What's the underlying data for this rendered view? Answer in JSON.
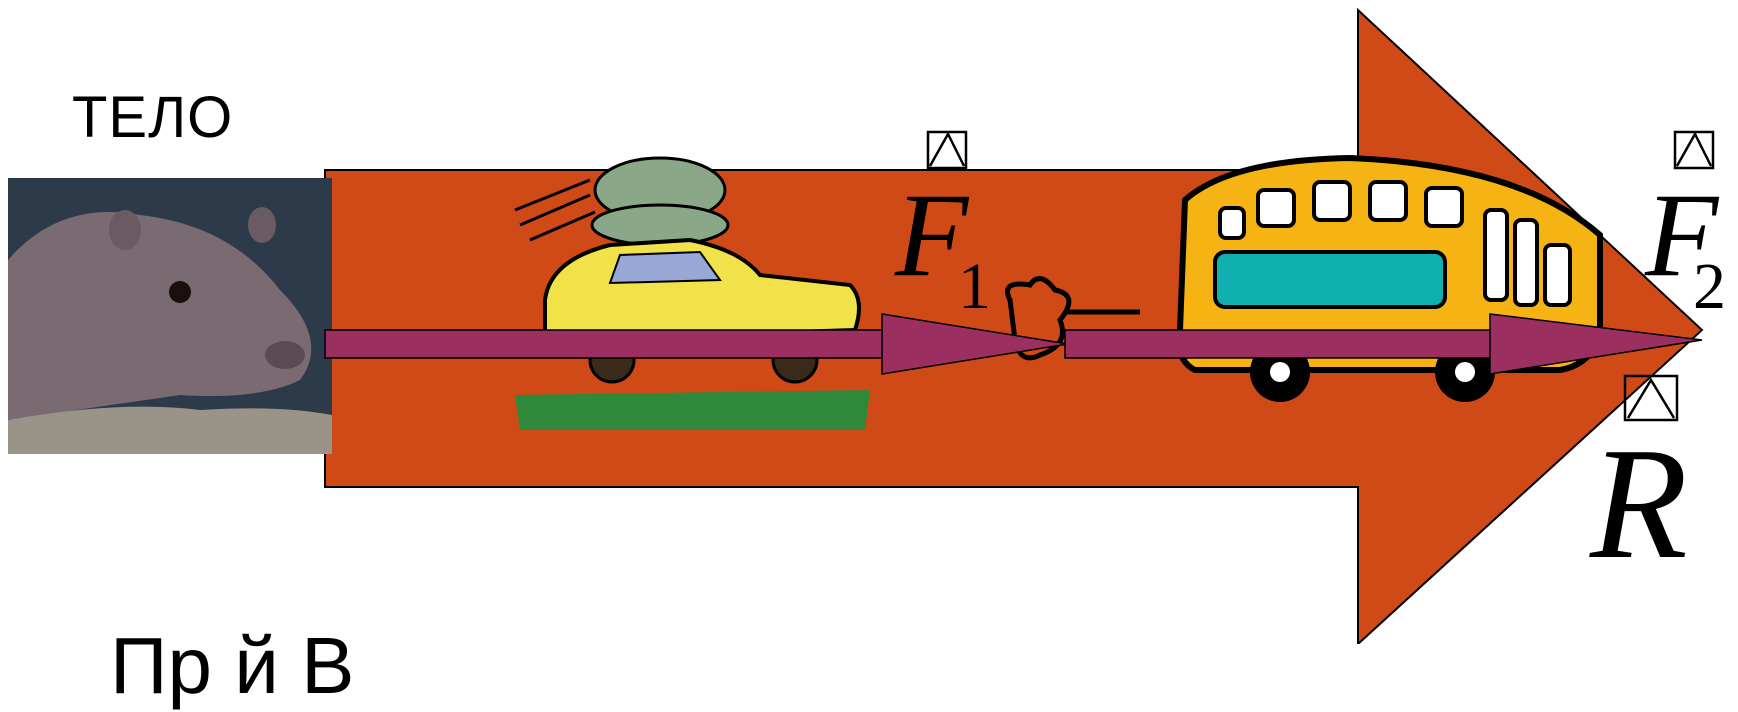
{
  "body_label": "ТЕЛО",
  "forces": {
    "f1": {
      "symbol": "F",
      "subscript": "1"
    },
    "f2": {
      "symbol": "F",
      "subscript": "2"
    },
    "r": {
      "symbol": "R"
    }
  },
  "colors": {
    "big_arrow": "#d04a18",
    "force_arrow": "#9a2f60",
    "car_body": "#f2e24a",
    "bus_body": "#f6b414",
    "bus_stripe": "#10b0b0",
    "hippo_skin": "#7a6a72",
    "water": "#2c3a4a"
  },
  "bottom_text": "Пр                        й                           В"
}
